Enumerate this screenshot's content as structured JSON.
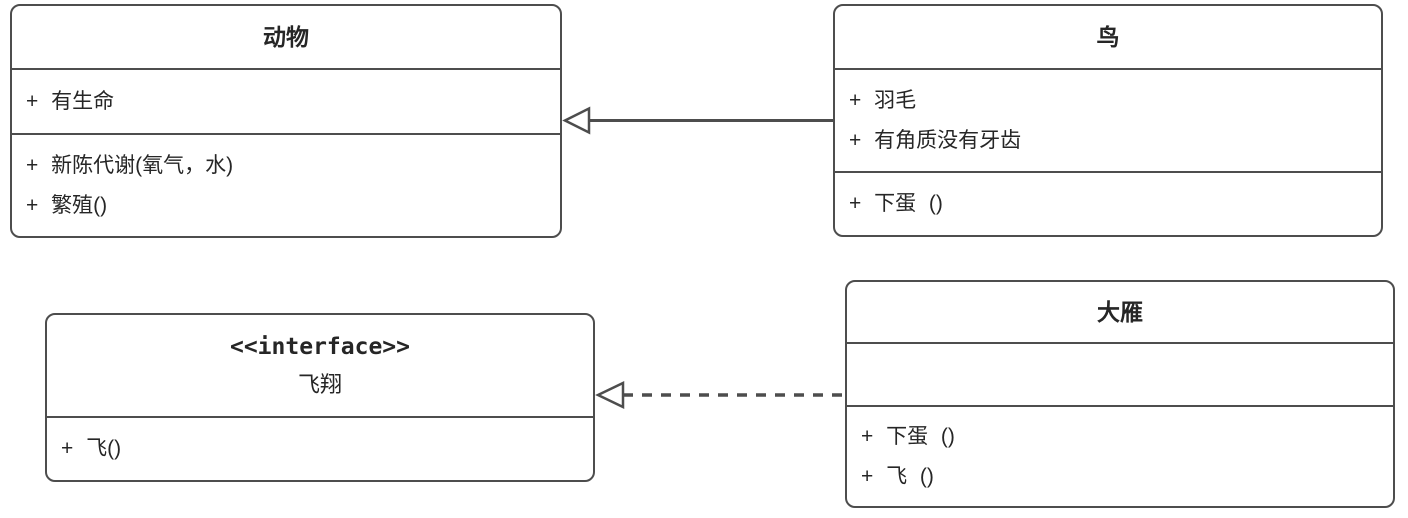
{
  "diagram": {
    "kind": "uml-class-diagram",
    "colors": {
      "border": "#4d4d4d",
      "text": "#262626",
      "background": "#ffffff"
    },
    "classes": {
      "animal": {
        "title": "动物",
        "attributes": [
          "+ 有生命"
        ],
        "methods": [
          "+ 新陈代谢(氧气，水)",
          "+ 繁殖()"
        ]
      },
      "bird": {
        "title": "鸟",
        "attributes": [
          "+ 羽毛",
          "+ 有角质没有牙齿"
        ],
        "methods": [
          "+ 下蛋 ()"
        ]
      },
      "fly": {
        "stereotype": "<<interface>>",
        "title": "飞翔",
        "attributes": [],
        "methods": [
          "+ 飞()"
        ]
      },
      "goose": {
        "title": "大雁",
        "attributes": [],
        "methods": [
          "+ 下蛋 ()",
          "+ 飞 ()"
        ]
      }
    },
    "relations": [
      {
        "from": "鸟",
        "to": "动物",
        "type": "generalization",
        "line_style": "solid",
        "arrowhead": "hollow-triangle"
      },
      {
        "from": "大雁",
        "to": "飞翔",
        "type": "realization",
        "line_style": "dashed",
        "arrowhead": "hollow-triangle"
      }
    ]
  }
}
